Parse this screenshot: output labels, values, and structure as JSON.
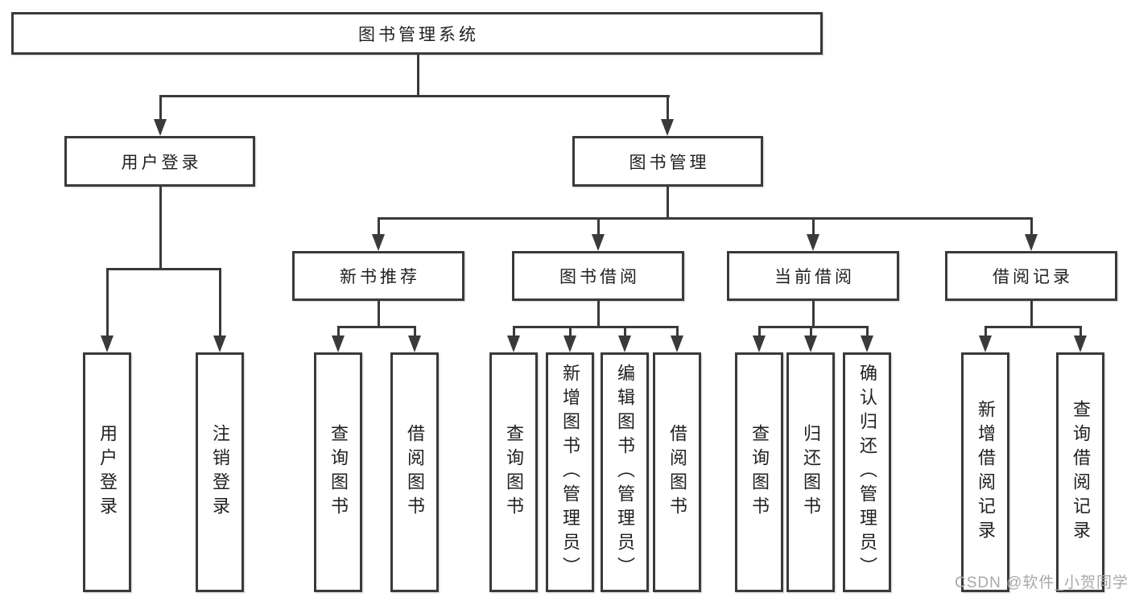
{
  "org": {
    "root": "图书管理系统",
    "branches": [
      {
        "label": "用户登录",
        "leaves": [
          "用户登录",
          "注销登录"
        ]
      },
      {
        "label": "图书管理",
        "sections": [
          {
            "label": "新书推荐",
            "leaves": [
              "查询图书",
              "借阅图书"
            ]
          },
          {
            "label": "图书借阅",
            "leaves": [
              "查询图书",
              "新增图书（管理员）",
              "编辑图书（管理员）",
              "借阅图书"
            ]
          },
          {
            "label": "当前借阅",
            "leaves": [
              "查询图书",
              "归还图书",
              "确认归还（管理员）"
            ]
          },
          {
            "label": "借阅记录",
            "leaves": [
              "新增借阅记录",
              "查询借阅记录"
            ]
          }
        ]
      }
    ]
  },
  "watermark": "CSDN @软件_小贺同学",
  "colors": {
    "line": "#3a3a3a",
    "text": "#212121",
    "box_fill": "#ffffff",
    "watermark": "#a8a8a8",
    "background": "#ffffff"
  }
}
